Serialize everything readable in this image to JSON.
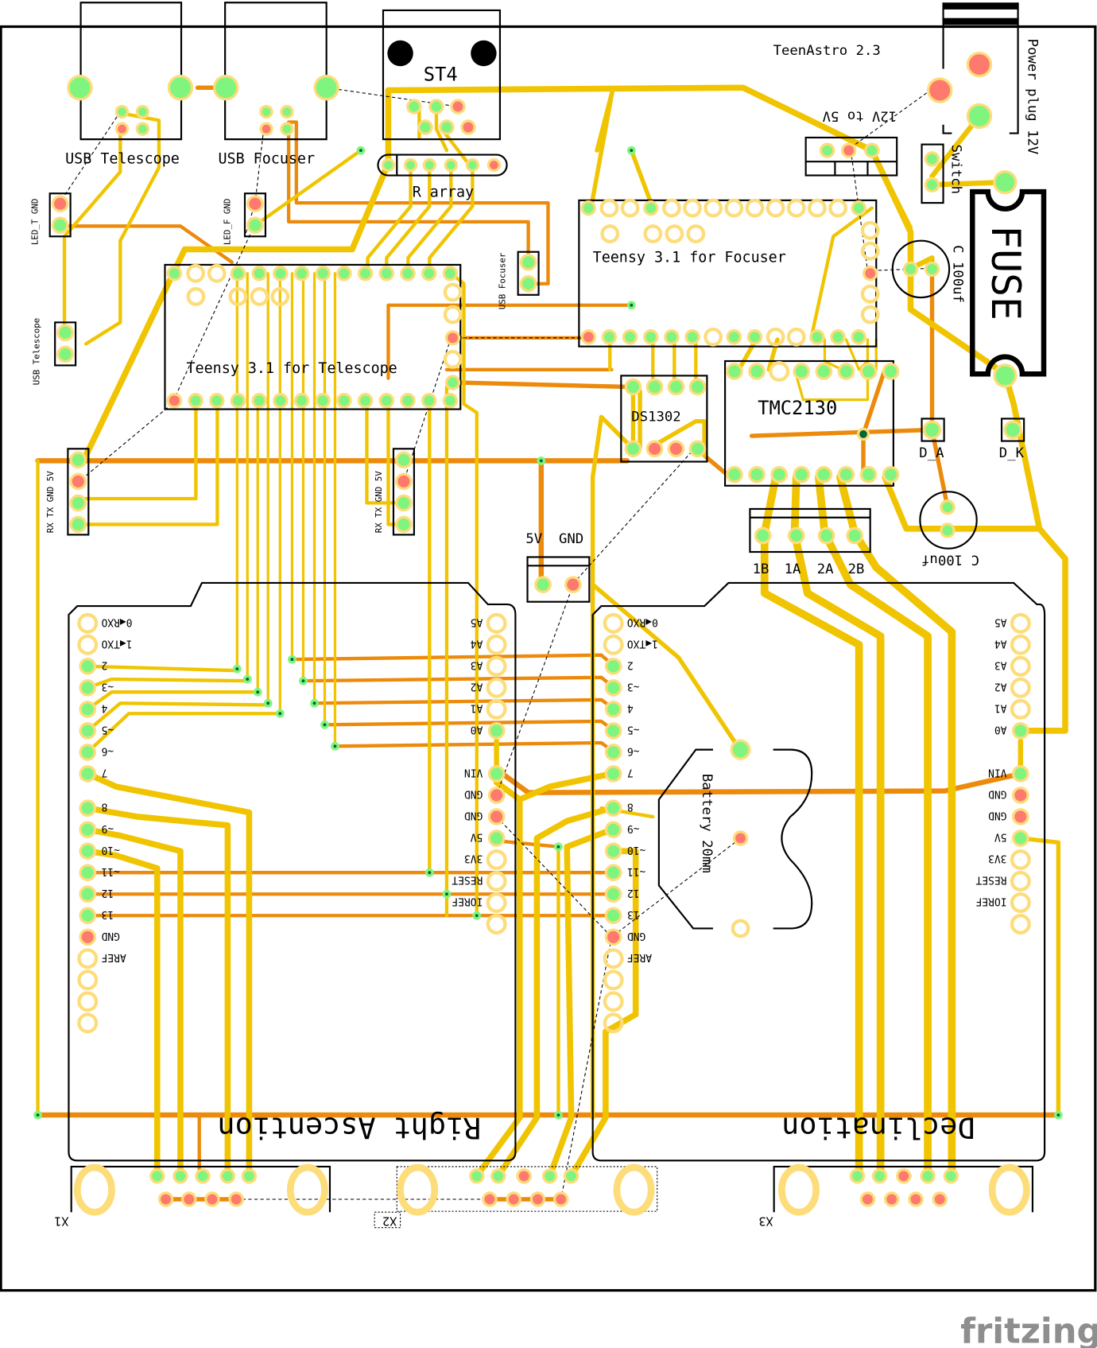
{
  "app": {
    "name": "fritzing",
    "view": "PCB"
  },
  "board": {
    "title": "TeenAstro 2.3",
    "colors": {
      "top_trace": "#f0c400",
      "bottom_trace": "#ec8a0c",
      "pad_connected": "#7ff57f",
      "pad_unrouted": "#ff7a6e",
      "pad_ring": "#fddc7a",
      "outline": "#000000"
    }
  },
  "components": {
    "usb_telescope": "USB Telescope",
    "usb_focuser": "USB Focuser",
    "st4": "ST4",
    "r_array": "R array",
    "regulator": "12V to 5V",
    "power_plug": "Power plug 12V",
    "switch": "Switch",
    "fuse": "FUSE",
    "cap_top": "C 100uf",
    "cap_bottom": "C 100uf",
    "led_t": "LED_T GND",
    "led_f": "LED_F GND",
    "usb_focuser_hdr": "USB Focuser",
    "usb_telescope_hdr": "USB Telescope",
    "teensy_telescope": "Teensy 3.1 for Telescope",
    "teensy_focuser": "Teensy 3.1 for Focuser",
    "ds1302": "DS1302",
    "tmc2130": "TMC2130",
    "diode_a": "D_A",
    "diode_k": "D_K",
    "serial_left": "RX TX GND 5V",
    "serial_mid": "RX TX GND 5V",
    "power_hdr": "5V  GND",
    "motor_pins": [
      "1B",
      "1A",
      "2A",
      "2B"
    ],
    "battery": "Battery 20mm",
    "ra_label": "Right Ascention",
    "dec_label": "Declination",
    "x1": "X1",
    "x2": "X2",
    "x3": "X3"
  },
  "arduino": {
    "digital_left": [
      "0◀RXO",
      "1◀TXO",
      "2",
      "~3",
      "4",
      "~5",
      "~6",
      "7",
      "8",
      "~9",
      "~10",
      "~11",
      "12",
      "13",
      "GND",
      "AREF"
    ],
    "analog_right": [
      "A5",
      "A4",
      "A3",
      "A2",
      "A1",
      "A0",
      "VIN",
      "GND",
      "GND",
      "5V",
      "3V3",
      "RESET",
      "IOREF"
    ]
  }
}
